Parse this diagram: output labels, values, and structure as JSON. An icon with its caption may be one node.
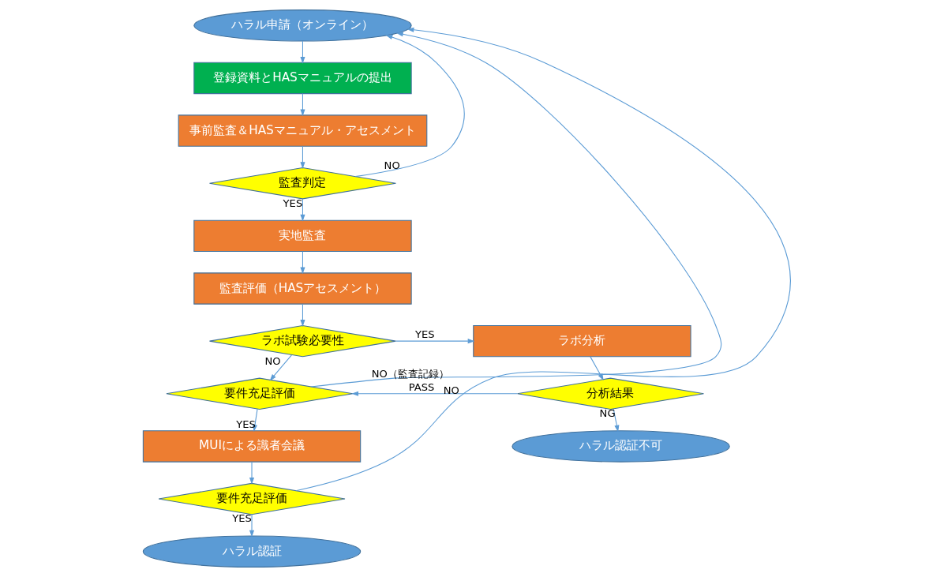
{
  "diagram": {
    "nodes": [
      {
        "text": [
          "ハラル申請（オンライン）"
        ]
      },
      {
        "text": [
          "登録資料とHASマニュアルの提出"
        ]
      },
      {
        "text": [
          "事前監査＆HASマニュアル・アセスメント"
        ]
      },
      {
        "text": [
          "監査判定"
        ]
      },
      {
        "text": [
          "実地監査"
        ]
      },
      {
        "text": [
          "監査評価（HASアセスメント）"
        ]
      },
      {
        "text": [
          "ラボ試験必要性"
        ]
      },
      {
        "text": [
          "ラボ分析"
        ]
      },
      {
        "text": [
          "要件充足評価"
        ]
      },
      {
        "text": [
          "分析結果"
        ]
      },
      {
        "text": [
          "ハラル認証不可"
        ]
      },
      {
        "text": [
          "MUIによる識者会議"
        ]
      },
      {
        "text": [
          "要件充足評価"
        ]
      },
      {
        "text": [
          "ハラル認証"
        ]
      }
    ],
    "edges": [
      {
        "from": 0,
        "to": 1,
        "arrow": "to"
      },
      {
        "from": 1,
        "to": 2,
        "arrow": "to"
      },
      {
        "from": 2,
        "to": 3,
        "arrow": "to"
      },
      {
        "from": 3,
        "to": 0,
        "arrow": "to",
        "label": "NO"
      },
      {
        "from": 3,
        "to": 4,
        "arrow": "to",
        "label": "YES"
      },
      {
        "from": 4,
        "to": 5,
        "arrow": "to"
      },
      {
        "from": 5,
        "to": 6,
        "arrow": "to"
      },
      {
        "from": 6,
        "to": 7,
        "arrow": "to",
        "label": "YES"
      },
      {
        "from": 6,
        "to": 8,
        "arrow": "to",
        "label": "NO"
      },
      {
        "from": 7,
        "to": 9,
        "arrow": "to"
      },
      {
        "from": 9,
        "to": 8,
        "arrow": "to",
        "label": "PASS"
      },
      {
        "from": 9,
        "to": 10,
        "arrow": "to",
        "label": "NG"
      },
      {
        "from": 8,
        "to": 0,
        "arrow": "to",
        "label": "NO（監査記録）"
      },
      {
        "from": 8,
        "to": 11,
        "arrow": "to",
        "label": "YES"
      },
      {
        "from": 11,
        "to": 12,
        "arrow": "to"
      },
      {
        "from": 12,
        "to": 0,
        "arrow": "to",
        "label": "NO"
      },
      {
        "from": 12,
        "to": 13,
        "arrow": "to",
        "label": "YES"
      }
    ]
  }
}
